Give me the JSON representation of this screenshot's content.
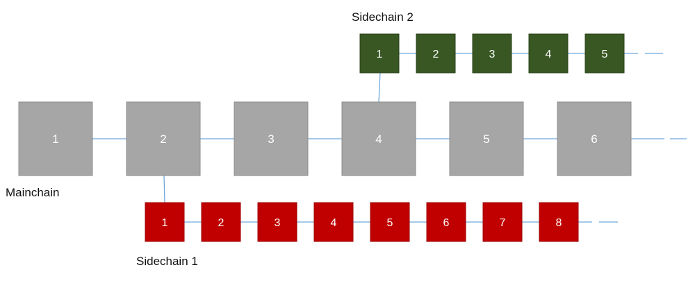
{
  "labels": {
    "mainchain": "Mainchain",
    "sidechain1": "Sidechain 1",
    "sidechain2": "Sidechain 2"
  },
  "colors": {
    "mainchain_fill": "#a6a6a6",
    "mainchain_stroke": "#8c8c8c",
    "sidechain1_fill": "#c00000",
    "sidechain1_stroke": "#9e0000",
    "sidechain2_fill": "#385723",
    "sidechain2_stroke": "#2a4219",
    "connector": "#6fa8dc",
    "block_text": "#ffffff"
  },
  "mainchain": {
    "blocks": [
      "1",
      "2",
      "3",
      "4",
      "5",
      "6"
    ]
  },
  "sidechain1": {
    "blocks": [
      "1",
      "2",
      "3",
      "4",
      "5",
      "6",
      "7",
      "8"
    ],
    "attached_to_main_block": "2"
  },
  "sidechain2": {
    "blocks": [
      "1",
      "2",
      "3",
      "4",
      "5"
    ],
    "attached_to_main_block": "4"
  }
}
